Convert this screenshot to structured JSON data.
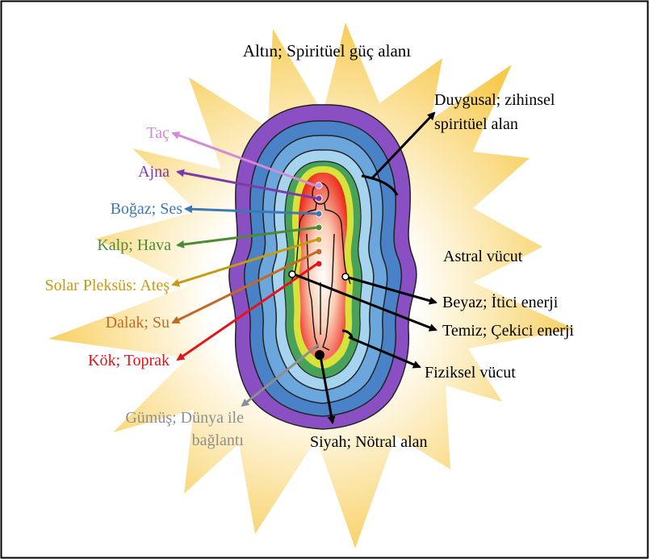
{
  "title": "Altın; Spiritüel güç alanı",
  "colors": {
    "frame": "#000000",
    "star_center": "#ffffff",
    "star_edge": "#f7c94a",
    "aura_layers": [
      "#8a4fc2",
      "#4a82c8",
      "#6ba6dc",
      "#a6d4ef",
      "#49a25a",
      "#d9e23a",
      "#ec2a19"
    ],
    "body_outline": "#111111"
  },
  "left_labels": [
    {
      "text": "Taç",
      "color": "#d28bd6",
      "icon": "arrow-left"
    },
    {
      "text": "Ajna",
      "color": "#7c3aa8",
      "icon": "arrow-left"
    },
    {
      "text": "Boğaz; Ses",
      "color": "#3d78b4",
      "icon": "arrow-left"
    },
    {
      "text": "Kalp; Hava",
      "color": "#4d8a35",
      "icon": "arrow-left"
    },
    {
      "text": "Solar Pleksüs: Ateş",
      "color": "#c79a14",
      "icon": "arrow-left"
    },
    {
      "text": "Dalak; Su",
      "color": "#c16a26",
      "icon": "arrow-left"
    },
    {
      "text": "Kök; Toprak",
      "color": "#e3141a",
      "icon": "arrow-left"
    }
  ],
  "bottom_left_label": {
    "line1": "Gümüş; Dünya ile",
    "line2": "bağlantı",
    "color": "#8f8f8f"
  },
  "right_labels": {
    "emotional": {
      "line1": "Duygusal; zihinsel",
      "line2": "spiritüel alan"
    },
    "astral": "Astral vücut",
    "white": "Beyaz; İtici enerji",
    "clean": "Temiz; Çekici enerji",
    "physical": "Fiziksel vücut",
    "black": "Siyah; Nötral alan"
  },
  "text_color": "#000000"
}
